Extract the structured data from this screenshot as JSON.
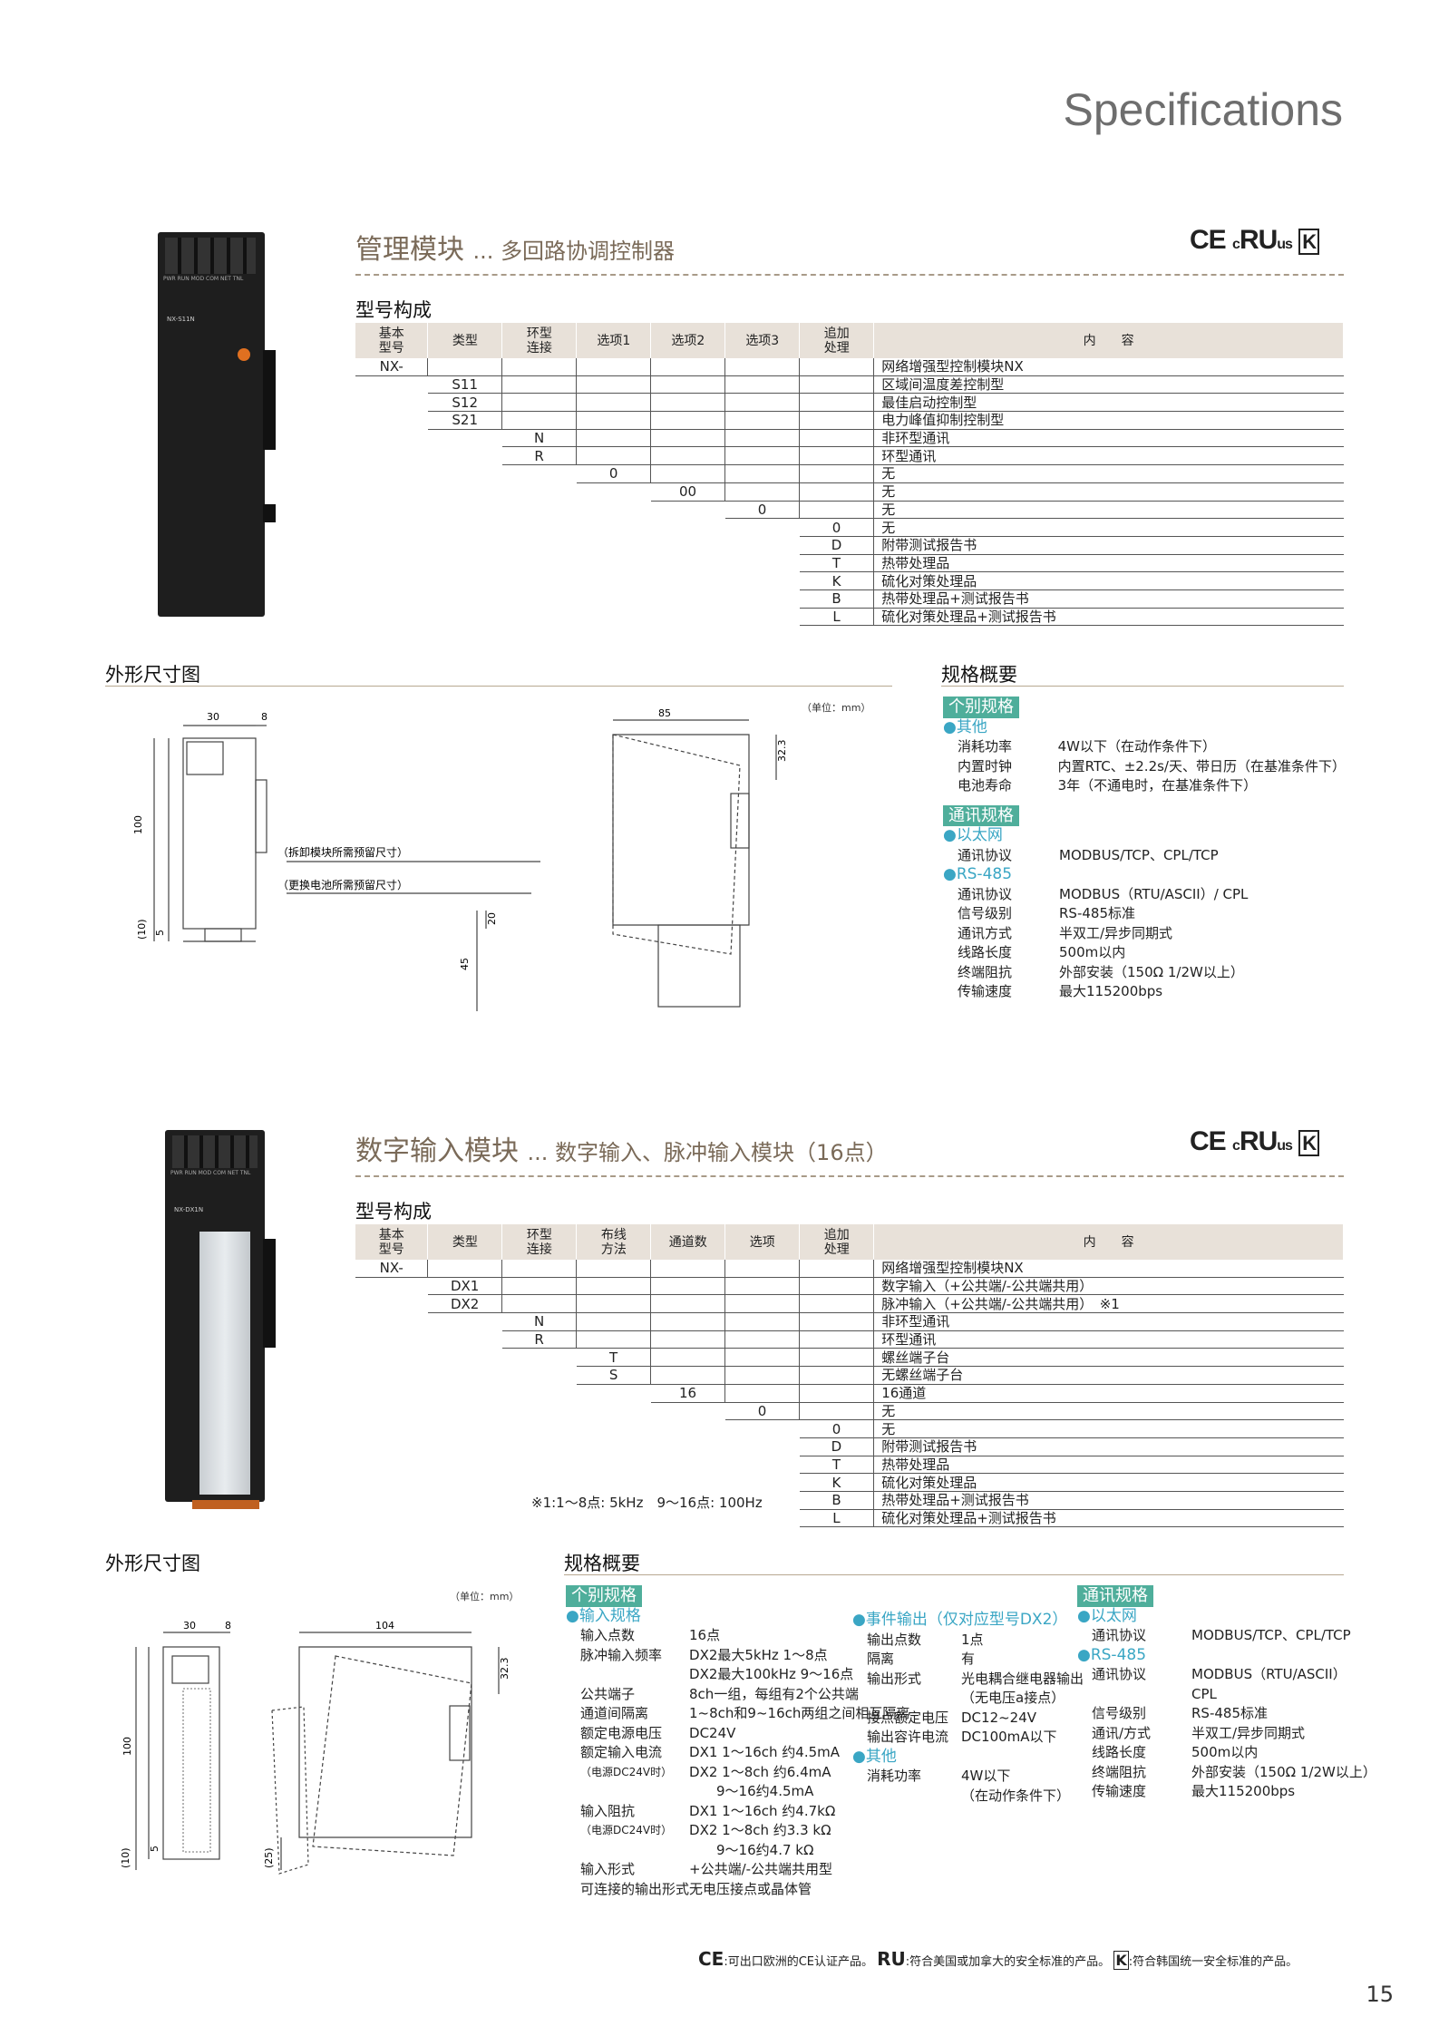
{
  "header": {
    "title": "Specifications"
  },
  "s1": {
    "title": "管理模块",
    "subtitle": "... 多回路协调控制器",
    "model_heading": "型号构成",
    "cols": [
      "基本\n型号",
      "类型",
      "环型\n连接",
      "选项1",
      "选项2",
      "选项3",
      "追加\n处理",
      "内　　容"
    ],
    "rows": [
      {
        "col": 0,
        "code": "NX-",
        "desc": "网络增强型控制模块NX"
      },
      {
        "col": 1,
        "code": "S11",
        "desc": "区域间温度差控制型"
      },
      {
        "col": 1,
        "code": "S12",
        "desc": "最佳启动控制型"
      },
      {
        "col": 1,
        "code": "S21",
        "desc": "电力峰值抑制控制型"
      },
      {
        "col": 2,
        "code": "N",
        "desc": "非环型通讯"
      },
      {
        "col": 2,
        "code": "R",
        "desc": "环型通讯"
      },
      {
        "col": 3,
        "code": "0",
        "desc": "无"
      },
      {
        "col": 4,
        "code": "00",
        "desc": "无"
      },
      {
        "col": 5,
        "code": "0",
        "desc": "无"
      },
      {
        "col": 6,
        "code": "0",
        "desc": "无"
      },
      {
        "col": 6,
        "code": "D",
        "desc": "附带测试报告书"
      },
      {
        "col": 6,
        "code": "T",
        "desc": "热带处理品"
      },
      {
        "col": 6,
        "code": "K",
        "desc": "硫化对策处理品"
      },
      {
        "col": 6,
        "code": "B",
        "desc": "热带处理品+测试报告书"
      },
      {
        "col": 6,
        "code": "L",
        "desc": "硫化对策处理品+测试报告书"
      }
    ],
    "dim_heading": "外形尺寸图",
    "unit": "（单位：mm）",
    "dims": {
      "w30": "30",
      "w8": "8",
      "w85": "85",
      "h100": "100",
      "h5": "5",
      "h10": "(10)",
      "h32": "32.3",
      "h20": "20",
      "h45": "45"
    },
    "notes": [
      "（拆卸模块所需预留尺寸）",
      "（更换电池所需预留尺寸）"
    ],
    "spec_heading": "规格概要",
    "spec_groups": [
      {
        "badge": "个别规格",
        "subs": [
          {
            "bullet": "●其他",
            "items": [
              [
                "消耗功率",
                "4W以下（在动作条件下）"
              ],
              [
                "内置时钟",
                "内置RTC、±2.2s/天、带日历（在基准条件下）"
              ],
              [
                "电池寿命",
                "3年（不通电时，在基准条件下）"
              ]
            ]
          }
        ]
      },
      {
        "badge": "通讯规格",
        "subs": [
          {
            "bullet": "●以太网",
            "items": [
              [
                "通讯协议",
                "MODBUS/TCP、CPL/TCP"
              ]
            ]
          },
          {
            "bullet": "●RS-485",
            "items": [
              [
                "通讯协议",
                "MODBUS（RTU/ASCII）/ CPL"
              ],
              [
                "信号级别",
                "RS-485标准"
              ],
              [
                "通讯方式",
                "半双工/异步同期式"
              ],
              [
                "线路长度",
                "500m以内"
              ],
              [
                "终端阻抗",
                "外部安装（150Ω 1/2W以上）"
              ],
              [
                "传输速度",
                "最大115200bps"
              ]
            ]
          }
        ]
      }
    ],
    "module_label": "NX-S11N",
    "module_leds": "PWR RUN MOD COM NET TNL"
  },
  "s2": {
    "title": "数字输入模块",
    "subtitle": "... 数字输入、脉冲输入模块（16点）",
    "model_heading": "型号构成",
    "cols": [
      "基本\n型号",
      "类型",
      "环型\n连接",
      "布线\n方法",
      "通道数",
      "选项",
      "追加\n处理",
      "内　　容"
    ],
    "rows": [
      {
        "col": 0,
        "code": "NX-",
        "desc": "网络增强型控制模块NX"
      },
      {
        "col": 1,
        "code": "DX1",
        "desc": "数字输入（+公共端/-公共端共用）"
      },
      {
        "col": 1,
        "code": "DX2",
        "desc": "脉冲输入（+公共端/-公共端共用）　※1"
      },
      {
        "col": 2,
        "code": "N",
        "desc": "非环型通讯"
      },
      {
        "col": 2,
        "code": "R",
        "desc": "环型通讯"
      },
      {
        "col": 3,
        "code": "T",
        "desc": "螺丝端子台"
      },
      {
        "col": 3,
        "code": "S",
        "desc": "无螺丝端子台"
      },
      {
        "col": 4,
        "code": "16",
        "desc": "16通道"
      },
      {
        "col": 5,
        "code": "0",
        "desc": "无"
      },
      {
        "col": 6,
        "code": "0",
        "desc": "无"
      },
      {
        "col": 6,
        "code": "D",
        "desc": "附带测试报告书"
      },
      {
        "col": 6,
        "code": "T",
        "desc": "热带处理品"
      },
      {
        "col": 6,
        "code": "K",
        "desc": "硫化对策处理品"
      },
      {
        "col": 6,
        "code": "B",
        "desc": "热带处理品+测试报告书"
      },
      {
        "col": 6,
        "code": "L",
        "desc": "硫化对策处理品+测试报告书"
      }
    ],
    "footnote": "※1:1～8点: 5kHz　9～16点: 100Hz",
    "dim_heading": "外形尺寸图",
    "unit": "（单位：mm）",
    "dims": {
      "w30": "30",
      "w8": "8",
      "w104": "104",
      "h100": "100",
      "h5": "5",
      "h10": "(10)",
      "h32": "32.3",
      "h25": "(25)"
    },
    "spec_heading": "规格概要",
    "badge_indiv": "个别规格",
    "badge_comm": "通讯规格",
    "input_bullet": "●输入规格",
    "input_items": [
      [
        "输入点数",
        "16点"
      ],
      [
        "脉冲输入频率",
        "DX2最大5kHz 1～8点"
      ],
      [
        "",
        "DX2最大100kHz 9～16点"
      ],
      [
        "公共端子",
        "8ch一组，每组有2个公共端"
      ],
      [
        "通道间隔离",
        "1~8ch和9~16ch两组之间相互隔离"
      ],
      [
        "额定电源电压",
        "DC24V"
      ],
      [
        "额定输入电流",
        "DX1 1～16ch 约4.5mA"
      ],
      [
        "（电源DC24V时）",
        "DX2 1～8ch 约6.4mA"
      ],
      [
        "",
        "　　9～16约4.5mA"
      ],
      [
        "输入阻抗",
        "DX1 1～16ch 约4.7kΩ"
      ],
      [
        "（电源DC24V时）",
        "DX2 1～8ch 约3.3 kΩ"
      ],
      [
        "",
        "　　9～16约4.7 kΩ"
      ],
      [
        "输入形式",
        "+公共端/-公共端共用型"
      ],
      [
        "可连接的输出形式",
        "无电压接点或晶体管"
      ]
    ],
    "event_bullet": "●事件输出（仅对应型号DX2）",
    "event_items": [
      [
        "输出点数",
        "1点"
      ],
      [
        "隔离",
        "有"
      ],
      [
        "输出形式",
        "光电耦合继电器输出"
      ],
      [
        "",
        "（无电压a接点）"
      ],
      [
        "接点额定电压",
        "DC12~24V"
      ],
      [
        "输出容许电流",
        "DC100mA以下"
      ]
    ],
    "other_bullet": "●其他",
    "other_items": [
      [
        "消耗功率",
        "4W以下"
      ],
      [
        "",
        "（在动作条件下）"
      ]
    ],
    "eth_bullet": "●以太网",
    "eth_items": [
      [
        "通讯协议",
        "MODBUS/TCP、CPL/TCP"
      ]
    ],
    "rs_bullet": "●RS-485",
    "rs_items": [
      [
        "通讯协议",
        "MODBUS（RTU/ASCII）"
      ],
      [
        "",
        "CPL"
      ],
      [
        "信号级别",
        "RS-485标准"
      ],
      [
        "通讯/方式",
        "半双工/异步同期式"
      ],
      [
        "线路长度",
        "500m以内"
      ],
      [
        "终端阻抗",
        "外部安装（150Ω 1/2W以上）"
      ],
      [
        "传输速度",
        "最大115200bps"
      ]
    ],
    "module_label": "NX-DX1N",
    "module_leds": "PWR RUN MOD COM NET TNL"
  },
  "certs": {
    "ce": "CE",
    "ul_c": "c",
    "ul": "RU",
    "ul_us": "us",
    "kc": "K"
  },
  "footer": {
    "ce": ":可出口欧洲的CE认证产品。",
    "ul": ":符合美国或加拿大的安全标准的产品。",
    "kc": ":符合韩国统一安全标准的产品。"
  },
  "page_number": "15"
}
